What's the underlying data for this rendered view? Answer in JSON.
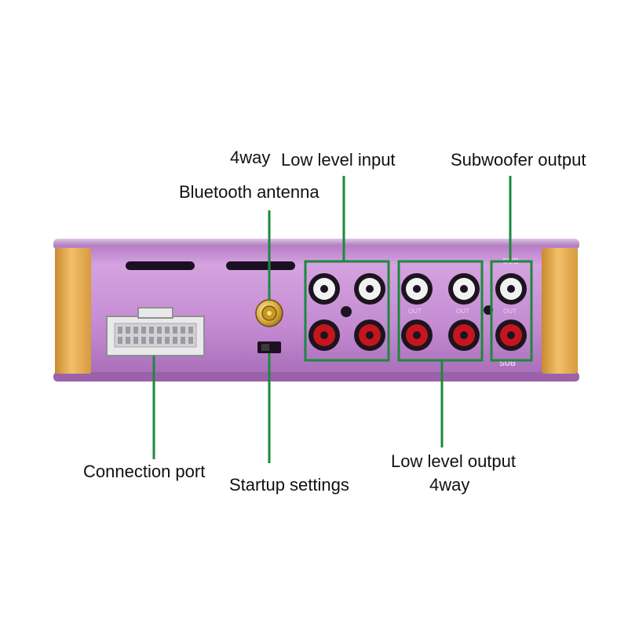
{
  "labels": {
    "low_level_input_prefix": "4way",
    "low_level_input": "Low level input",
    "subwoofer_output": "Subwoofer output",
    "bluetooth_antenna": "Bluetooth antenna",
    "connection_port": "Connection port",
    "startup_settings": "Startup settings",
    "low_level_output": "Low level output",
    "low_level_output_suffix": "4way"
  },
  "panel_print": {
    "sub_top": "SUB",
    "out": "OUT",
    "sub_bottom": "SUB"
  },
  "colors": {
    "leader": "#1a8a3c",
    "panel": "#c38ad0",
    "endcap": "#e7a84a",
    "rca_white": "#f2f2f2",
    "rca_red": "#c4161c"
  }
}
